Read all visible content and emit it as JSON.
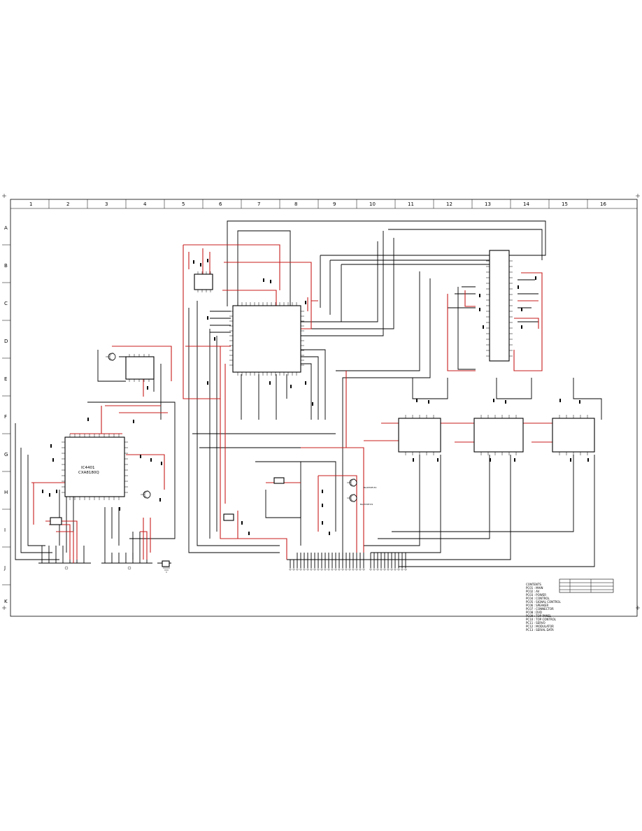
{
  "grid": {
    "columns": [
      "1",
      "2",
      "3",
      "4",
      "5",
      "6",
      "7",
      "8",
      "9",
      "10",
      "11",
      "12",
      "13",
      "14",
      "15",
      "16"
    ],
    "rows": [
      "A",
      "B",
      "C",
      "D",
      "E",
      "F",
      "G",
      "H",
      "I",
      "J",
      "K"
    ]
  },
  "components": {
    "ic_left_ref": "IC4401",
    "ic_left_part": "CXA8180Q",
    "transistor_right_1": "BA4558F-E2",
    "transistor_right_2": "BA4558F-E2"
  },
  "legend": {
    "title": "CONTENTS",
    "items": [
      "PC01 : MAIN",
      "PC02 : AV",
      "PC03 : POWER",
      "PC04 : CONTROL",
      "PC05 : SIGNAL CONTROL",
      "PC06 : SPEAKER",
      "PC07 : CONNECTOR",
      "PC08 : DVD",
      "PC09 : TOP PANEL",
      "PC10 : TOP CONTROL",
      "PC11 : SERVO",
      "PC12 : MODULATOR",
      "PC13 : SERIAL DATA"
    ]
  },
  "colors": {
    "black_wire": "#000000",
    "red_wire": "#c81c1c",
    "background": "#ffffff"
  }
}
